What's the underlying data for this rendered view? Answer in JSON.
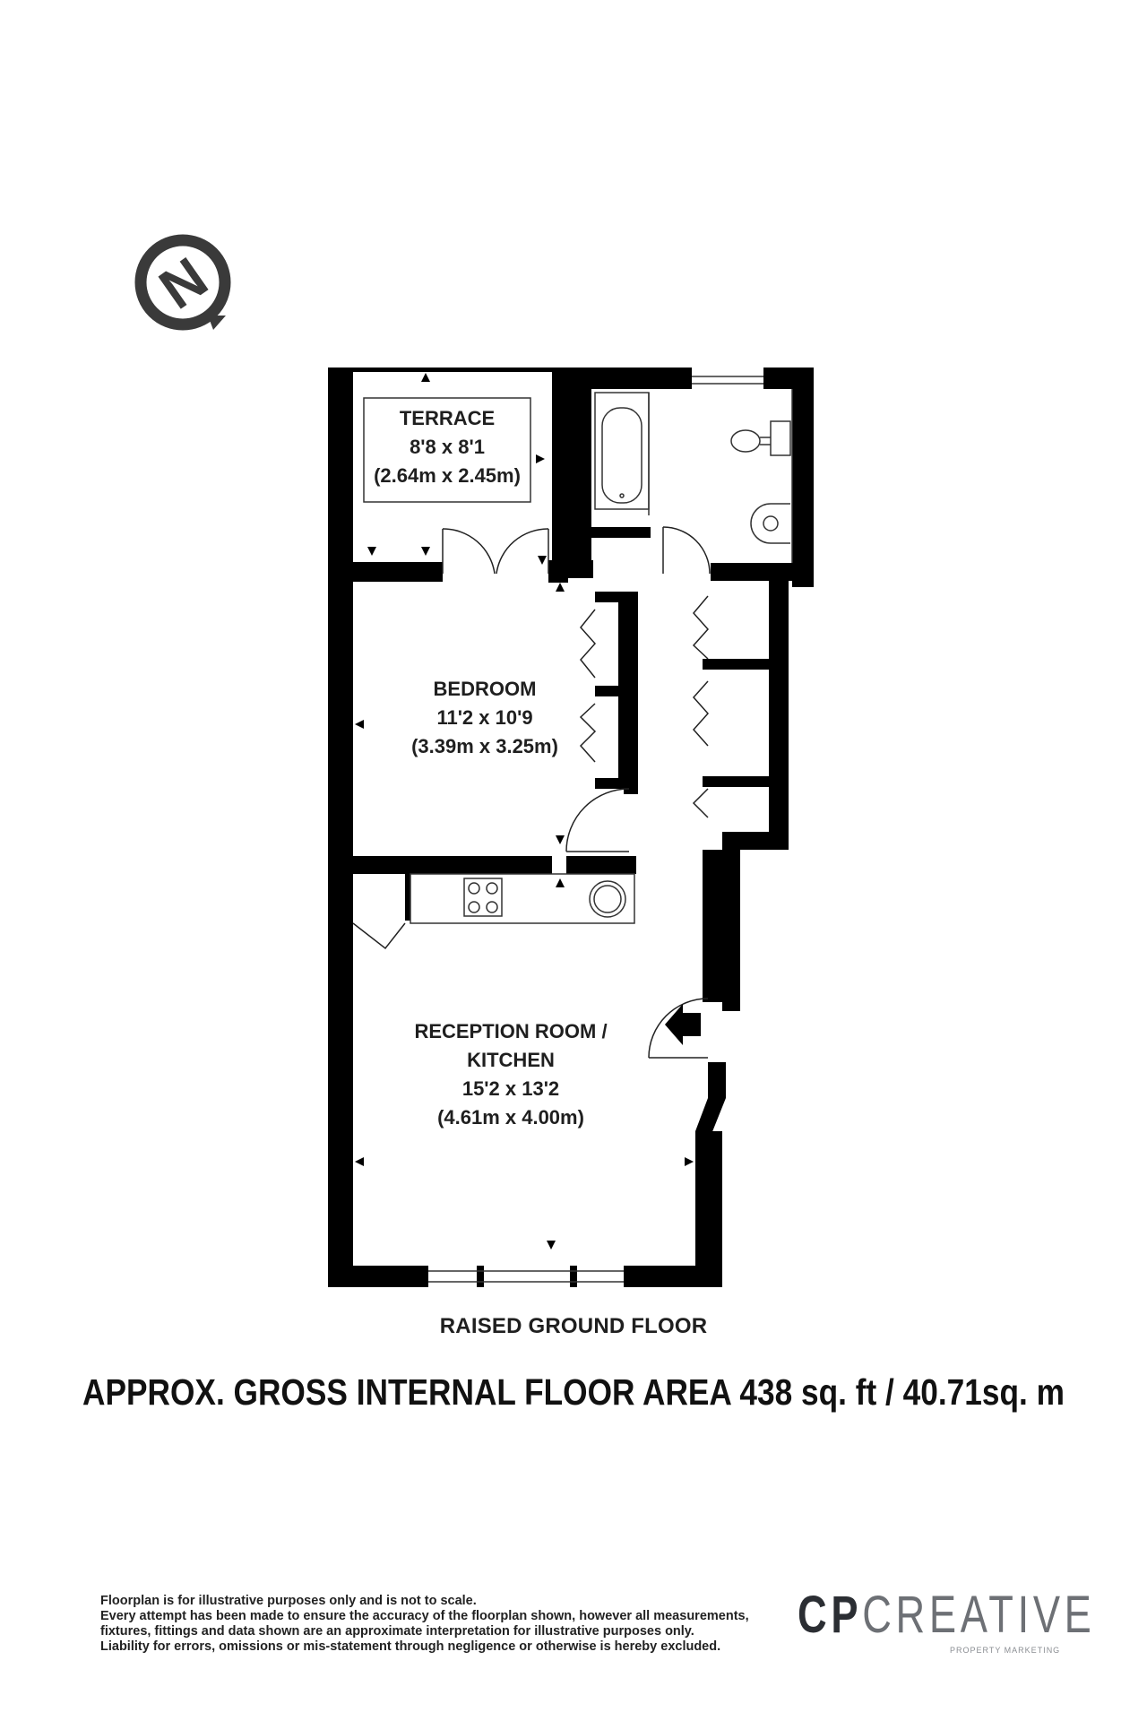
{
  "compass": {
    "letter": "N",
    "icon": "north-compass-icon"
  },
  "rooms": [
    {
      "id": "terrace",
      "lines": [
        "TERRACE",
        "8'8 x 8'1",
        "(2.64m x 2.45m)"
      ]
    },
    {
      "id": "bedroom",
      "lines": [
        "BEDROOM",
        "11'2 x 10'9",
        "(3.39m x 3.25m)"
      ]
    },
    {
      "id": "reception",
      "lines": [
        "RECEPTION ROOM /",
        "KITCHEN",
        "15'2 x 13'2",
        "(4.61m x 4.00m)"
      ]
    }
  ],
  "floor_label": "RAISED GROUND FLOOR",
  "area_text": "APPROX. GROSS INTERNAL FLOOR AREA 438 sq. ft / 40.71sq. m",
  "disclaimer": [
    "Floorplan is for illustrative purposes only and is not to scale.",
    "Every attempt has been made to ensure the accuracy of the floorplan shown, however all measurements,",
    "fixtures, fittings and data shown are an approximate interpretation for illustrative purposes only.",
    "Liability for errors, omissions or mis-statement through negligence or otherwise is hereby excluded."
  ],
  "logo": {
    "cp": "CP",
    "creative": "CREATIVE",
    "tagline": "PROPERTY MARKETING"
  },
  "colors": {
    "wall": "#000000",
    "compass": "#3a3a3a",
    "logo_dark": "#2b2e33",
    "logo_light": "#6d7075"
  }
}
